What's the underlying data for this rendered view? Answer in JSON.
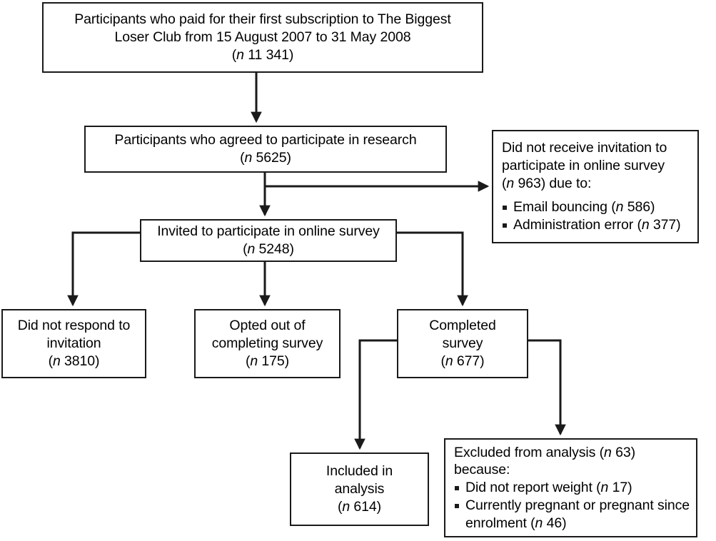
{
  "figure": {
    "type": "participant-flow-diagram",
    "colors": {
      "stroke": "#1a1a1a",
      "background": "#ffffff",
      "text": "#000000"
    }
  },
  "nodes": {
    "paid": {
      "line1": "Participants who paid for their first subscription to The Biggest",
      "line2": "Loser Club from 15 August 2007 to 31 May 2008",
      "n_open": "(",
      "n_symbol": "n",
      "n_value": " 11 341)"
    },
    "agreed": {
      "line1": "Participants who agreed to participate in research",
      "n_open": "(",
      "n_symbol": "n",
      "n_value": " 5625)"
    },
    "not_received": {
      "line1": "Did not receive invitation to",
      "line2": "participate in online survey",
      "line3_open": "(",
      "line3_symbol": "n",
      "line3_value": " 963) due to:",
      "bullets": [
        {
          "text_before": "Email bouncing (",
          "symbol": "n",
          "text_after": " 586)"
        },
        {
          "text_before": "Administration error (",
          "symbol": "n",
          "text_after": " 377)"
        }
      ]
    },
    "invited": {
      "line1": "Invited to participate in online survey",
      "n_open": "(",
      "n_symbol": "n",
      "n_value": " 5248)"
    },
    "no_response": {
      "line1": "Did not respond to",
      "line2": "invitation",
      "n_open": "(",
      "n_symbol": "n",
      "n_value": " 3810)"
    },
    "opted_out": {
      "line1": "Opted out of",
      "line2": "completing survey",
      "n_open": "(",
      "n_symbol": "n",
      "n_value": " 175)"
    },
    "completed": {
      "line1": "Completed",
      "line2": "survey",
      "n_open": "(",
      "n_symbol": "n",
      "n_value": " 677)"
    },
    "included": {
      "line1": "Included  in",
      "line2": "analysis",
      "n_open": "(",
      "n_symbol": "n",
      "n_value": " 614)"
    },
    "excluded": {
      "line1_before": "Excluded from analysis (",
      "line1_symbol": "n",
      "line1_after": " 63)",
      "line2": "because:",
      "bullets": [
        {
          "text_before": "Did not report weight (",
          "symbol": "n",
          "text_after": " 17)"
        },
        {
          "text_before": "Currently pregnant or pregnant since enrolment (",
          "symbol": "n",
          "text_after": " 46)"
        }
      ]
    }
  },
  "edges": [
    {
      "name": "paid-to-agreed",
      "from": "paid",
      "to": "agreed",
      "style": "vertical-arrow"
    },
    {
      "name": "agreed-to-not-received",
      "from": "agreed",
      "to": "not_received",
      "style": "elbow-right-arrow"
    },
    {
      "name": "agreed-to-invited",
      "from": "agreed",
      "to": "invited",
      "style": "vertical-arrow"
    },
    {
      "name": "invited-to-no-response",
      "from": "invited",
      "to": "no_response",
      "style": "elbow-left-arrow"
    },
    {
      "name": "invited-to-opted-out",
      "from": "invited",
      "to": "opted_out",
      "style": "vertical-arrow"
    },
    {
      "name": "invited-to-completed",
      "from": "invited",
      "to": "completed",
      "style": "elbow-right-arrow"
    },
    {
      "name": "completed-to-included",
      "from": "completed",
      "to": "included",
      "style": "elbow-left-arrow"
    },
    {
      "name": "completed-to-excluded",
      "from": "completed",
      "to": "excluded",
      "style": "elbow-right-arrow"
    }
  ]
}
